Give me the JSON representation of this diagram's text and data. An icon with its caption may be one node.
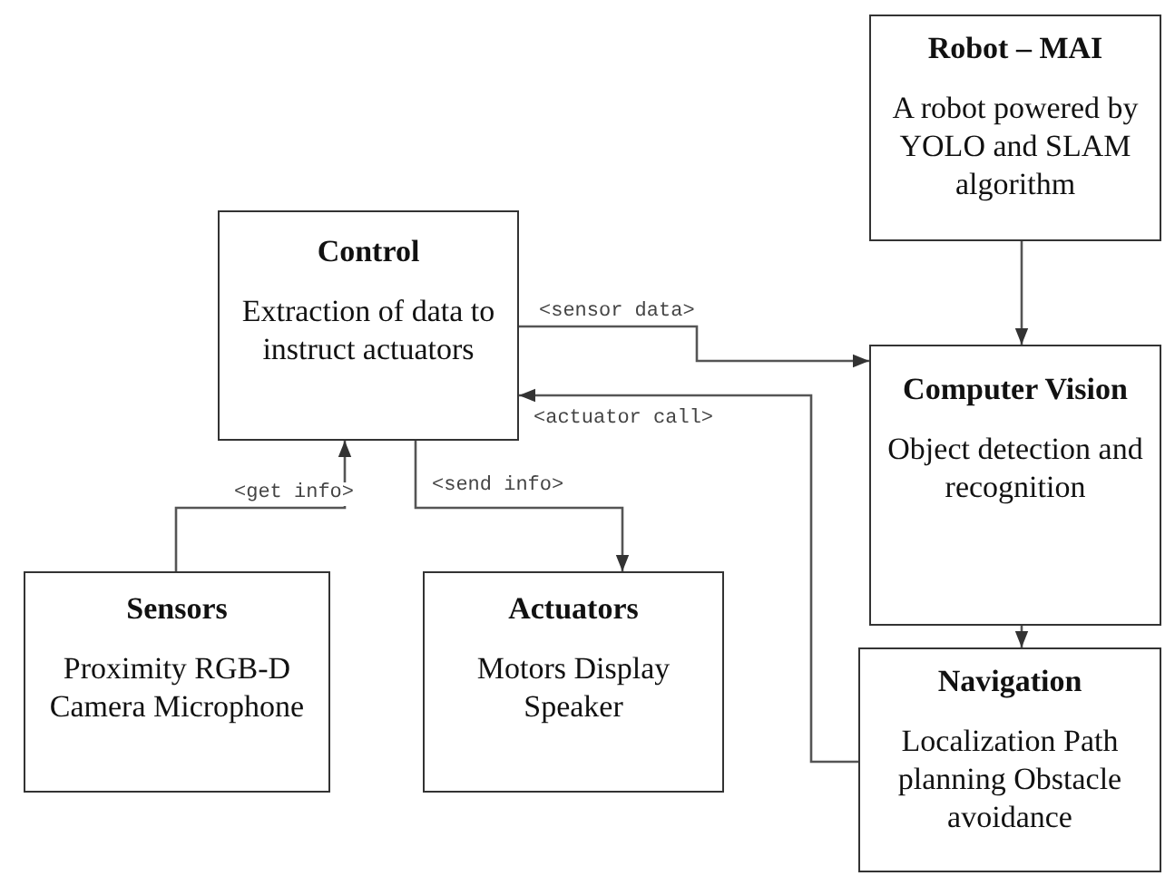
{
  "diagram": {
    "nodes": [
      {
        "text": [
          "Robot – MAI",
          "A robot powered by YOLO and SLAM algorithm"
        ]
      },
      {
        "text": [
          "Control",
          "Extraction of data to instruct actuators"
        ]
      },
      {
        "text": [
          "Computer Vision",
          "Object detection and recognition"
        ]
      },
      {
        "text": [
          "Sensors",
          "Proximity RGB-D Camera Microphone"
        ]
      },
      {
        "text": [
          "Actuators",
          "Motors Display Speaker"
        ]
      },
      {
        "text": [
          "Navigation",
          "Localization Path planning Obstacle avoidance"
        ]
      }
    ],
    "edges": [
      {
        "from": 0,
        "to": 2,
        "arrow": "to"
      },
      {
        "from": 1,
        "to": 2,
        "arrow": "to",
        "label": "<sensor data>"
      },
      {
        "from": 5,
        "to": 1,
        "arrow": "to",
        "label": "<actuator call>"
      },
      {
        "from": 3,
        "to": 1,
        "arrow": "to",
        "label": "<get info>"
      },
      {
        "from": 1,
        "to": 4,
        "arrow": "to",
        "label": "<send info>"
      },
      {
        "from": 2,
        "to": 5,
        "arrow": "to"
      }
    ]
  }
}
